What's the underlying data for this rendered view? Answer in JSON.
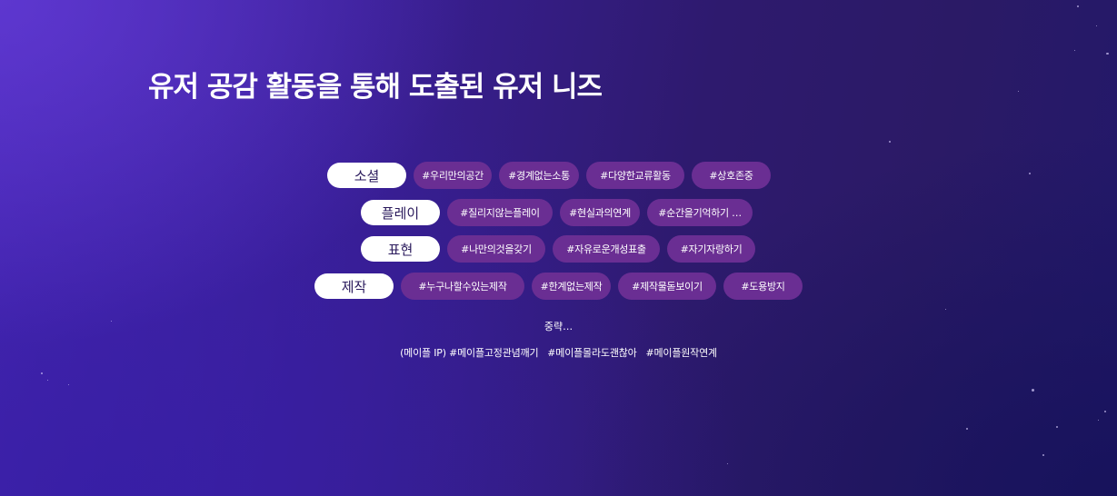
{
  "title": "유저 공감 활동을 통해 도출된 유저 니즈",
  "colors": {
    "category_pill_bg": "#ffffff",
    "category_pill_text": "#2a1a5c",
    "tag_pill_bg": "#6a2e93",
    "tag_pill_text": "#ffffff"
  },
  "rows": [
    {
      "category": "소셜",
      "tags": [
        "#우리만의공간",
        "#경계없는소통",
        "#다양한교류활동",
        "#상호존중"
      ]
    },
    {
      "category": "플레이",
      "tags": [
        "#질리지않는플레이",
        "#현실과의연계",
        "#순간을기억하기 …"
      ]
    },
    {
      "category": "표현",
      "tags": [
        "#나만의것을갖기",
        "#자유로운개성표출",
        "#자기자랑하기"
      ]
    },
    {
      "category": "제작",
      "tags": [
        "#누구나할수있는제작",
        "#한계없는제작",
        "#제작물돋보이기",
        "#도용방지"
      ]
    }
  ],
  "omitted_label": "중략…",
  "ip_line": "(메이플 IP) #메이플고정관념깨기   #메이플몰라도괜찮아   #메이플원작연계"
}
